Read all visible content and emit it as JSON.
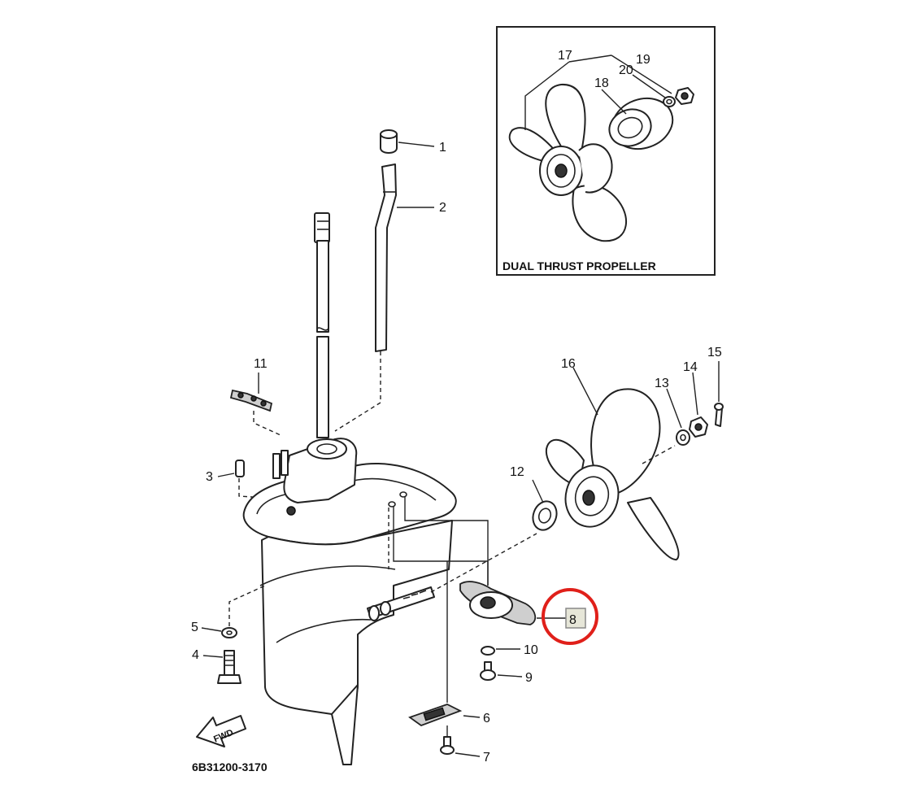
{
  "inset": {
    "caption": "DUAL THRUST PROPELLER"
  },
  "diagram_code": "6B31200-3170",
  "fwd_arrow_text": "FWD",
  "highlight": {
    "part_number": "8",
    "ring_color": "#e0201a",
    "box_color": "#e6e6d8"
  },
  "callouts": [
    "1",
    "2",
    "3",
    "4",
    "5",
    "6",
    "7",
    "8",
    "9",
    "10",
    "11",
    "12",
    "13",
    "14",
    "15",
    "16",
    "17",
    "18",
    "19",
    "20"
  ]
}
